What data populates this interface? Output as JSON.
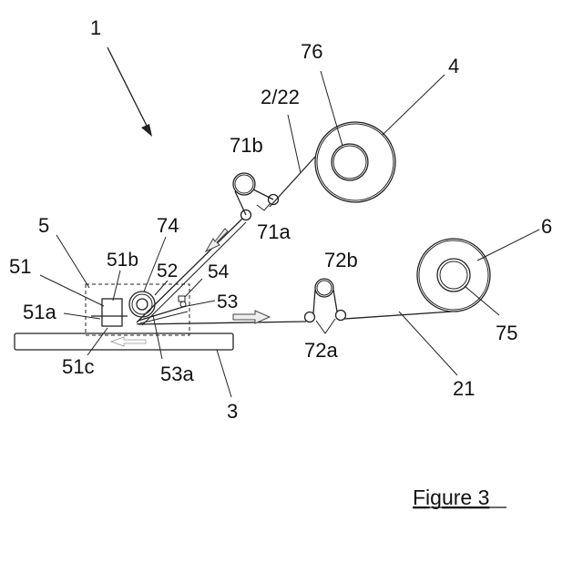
{
  "labels": {
    "main": "1",
    "hub_76": "76",
    "reel_4": "4",
    "web_2_22": "2/22",
    "pulley_71b": "71b",
    "guide_71a": "71a",
    "roller_74": "74",
    "unit_5": "5",
    "part_51b": "51b",
    "part_52": "52",
    "part_54": "54",
    "part_51": "51",
    "part_53": "53",
    "pulley_72b": "72b",
    "reel_6": "6",
    "part_51a": "51a",
    "guide_72a": "72a",
    "hub_75": "75",
    "part_51c": "51c",
    "part_53a": "53a",
    "table_3": "3",
    "web_21": "21"
  },
  "caption": "Figure 3"
}
